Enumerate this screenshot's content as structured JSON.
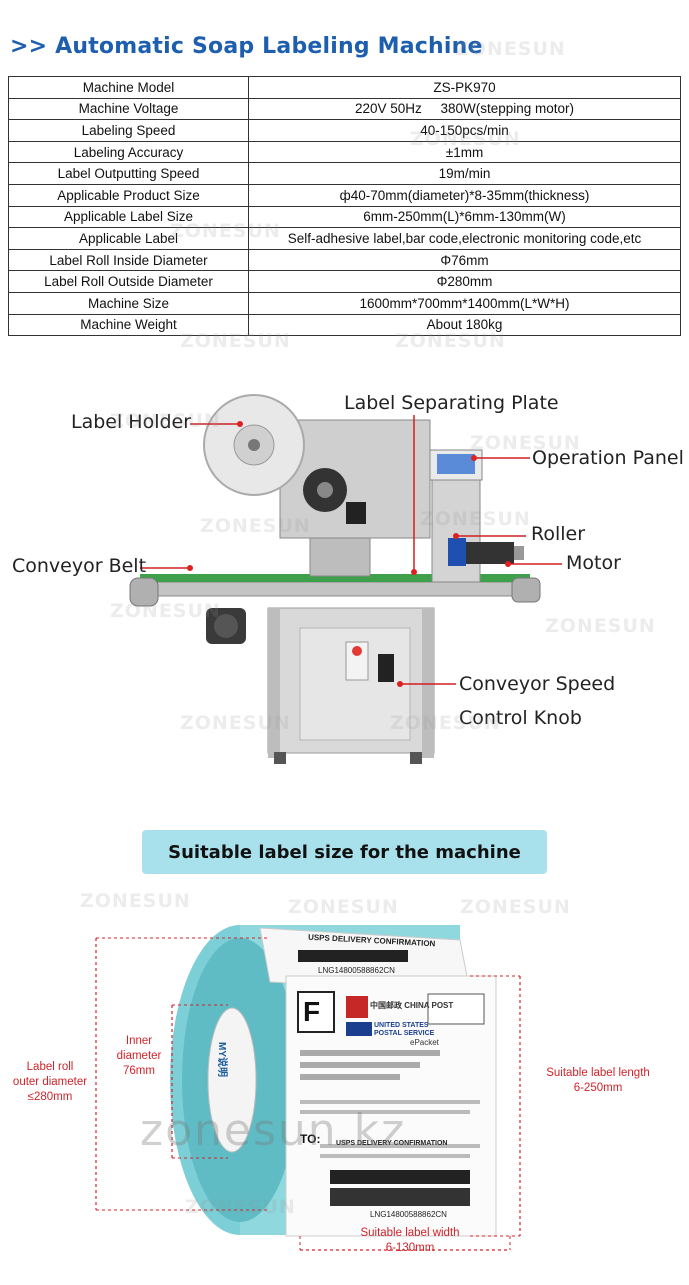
{
  "title": ">> Automatic Soap Labeling Machine",
  "watermark": "ZONESUN",
  "spec_rows": [
    {
      "key": "Machine Model",
      "value": "ZS-PK970"
    },
    {
      "key": "Machine Voltage",
      "value": "220V 50Hz     380W(stepping motor)"
    },
    {
      "key": "Labeling Speed",
      "value": "40-150pcs/min"
    },
    {
      "key": "Labeling Accuracy",
      "value": "±1mm"
    },
    {
      "key": "Label Outputting Speed",
      "value": "19m/min"
    },
    {
      "key": "Applicable Product Size",
      "value": "ф40-70mm(diameter)*8-35mm(thickness)"
    },
    {
      "key": "Applicable Label Size",
      "value": "6mm-250mm(L)*6mm-130mm(W)"
    },
    {
      "key": "Applicable Label",
      "value": "Self-adhesive label,bar code,electronic monitoring code,etc"
    },
    {
      "key": "Label Roll Inside Diameter",
      "value": "Φ76mm"
    },
    {
      "key": "Label Roll Outside Diameter",
      "value": "Φ280mm"
    },
    {
      "key": "Machine Size",
      "value": "1600mm*700mm*1400mm(L*W*H)"
    },
    {
      "key": "Machine Weight",
      "value": "About 180kg"
    }
  ],
  "machine_labels": {
    "label_holder": "Label Holder",
    "label_separating_plate": "Label Separating Plate",
    "operation_panel": "Operation Panel",
    "roller": "Roller",
    "motor": "Motor",
    "conveyor_belt": "Conveyor Belt",
    "conveyor_speed": "Conveyor Speed",
    "control_knob": "Control Knob"
  },
  "banner": "Suitable label size for the machine",
  "roll_labels": {
    "outer_1": "Label roll",
    "outer_2": "outer diameter",
    "outer_3": "≤280mm",
    "inner_1": "Inner",
    "inner_2": "diameter",
    "inner_3": "76mm",
    "length_1": "Suitable label length",
    "length_2": "6-250mm",
    "width_1": "Suitable label width",
    "width_2": "6-130mm"
  },
  "shipping_label": {
    "usps_top": "USPS DELIVERY CONFIRMATION",
    "tracking": "LNG14800588862CN",
    "letter": "F",
    "china_post": "中国邮政 CHINA POST",
    "usps_service": "UNITED STATES POSTAL SERVICE",
    "epacket": "ePacket",
    "to": "TO:",
    "usps_bottom": "USPS DELIVERY CONFIRMATION",
    "tracking_bottom": "LNG14800588862CN",
    "roll_brand": "MY说明"
  },
  "footer_watermark": "zonesun.kz"
}
